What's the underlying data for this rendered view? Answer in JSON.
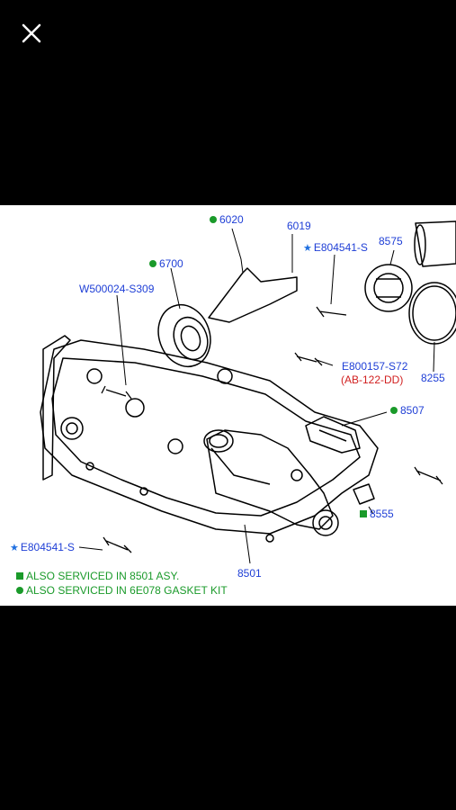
{
  "window": {
    "close_icon": "close-icon"
  },
  "diagram": {
    "labels": {
      "p6020": "6020",
      "p6019": "6019",
      "p6700": "6700",
      "pE804541_top": "E804541-S",
      "p8575": "8575",
      "pW500024": "W500024-S309",
      "pE800157": "E800157-S72",
      "pAB122": "(AB-122-DD)",
      "p8255": "8255",
      "p8507": "8507",
      "p8555": "8555",
      "pE804541_bottom": "E804541-S",
      "p8501": "8501"
    },
    "legend": {
      "square": "ALSO SERVICED IN 8501 ASY.",
      "dot": "ALSO SERVICED IN 6E078 GASKET KIT"
    },
    "colors": {
      "label_blue": "#1f3fd6",
      "label_red": "#d11f1f",
      "marker_green": "#1a9a2a",
      "marker_star": "#1f6fe0"
    }
  }
}
